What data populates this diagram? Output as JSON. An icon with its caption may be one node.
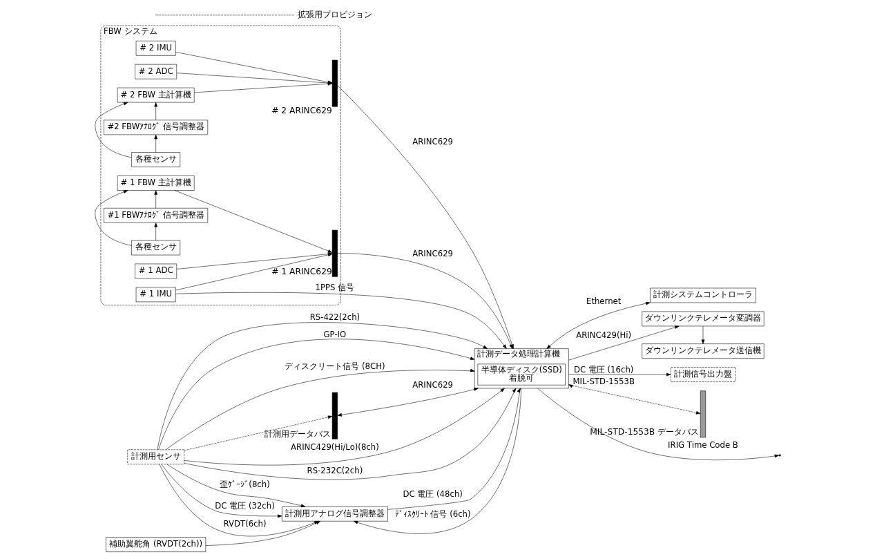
{
  "diagram": {
    "nodes": [
      {
        "text": [
          "FBW システム"
        ]
      },
      {
        "text": [
          "# 2 IMU"
        ],
        "in": 0
      },
      {
        "text": [
          "# 2 ADC"
        ],
        "in": 0
      },
      {
        "text": [
          "# 2 FBW 主計算機"
        ],
        "in": 0
      },
      {
        "text": [
          "#2 FBWｱﾅﾛｸﾞ 信号調整器"
        ],
        "in": 0
      },
      {
        "text": [
          "各種センサ"
        ],
        "in": 0
      },
      {
        "text": [],
        "shape": "bar",
        "beside": [
          "# 2 ARINC629"
        ],
        "in": 0
      },
      {
        "text": [
          "各種センサ"
        ],
        "in": 0
      },
      {
        "text": [
          "#1 FBWｱﾅﾛｸﾞ 信号調整器"
        ],
        "in": 0
      },
      {
        "text": [
          "# 1 FBW 主計算機"
        ],
        "in": 0
      },
      {
        "text": [
          "# 1 ADC"
        ],
        "in": 0
      },
      {
        "text": [
          "# 1 IMU"
        ],
        "in": 0
      },
      {
        "text": [],
        "shape": "bar",
        "beside": [
          "# 1 ARINC629"
        ],
        "in": 0
      },
      {
        "text": [
          "補助翼舵角 (RVDT(2ch))"
        ]
      },
      {
        "text": [
          "計測用センサ"
        ]
      },
      {
        "text": [
          "計測用アナログ信号調整器"
        ]
      },
      {
        "text": [],
        "shape": "bar",
        "beside": [
          "計測用データバス"
        ]
      },
      {
        "text": [
          "計測データ処理計算機"
        ]
      },
      {
        "text": [
          "半導体ディスク(SSD)",
          "着脱可"
        ],
        "in": 17
      },
      {
        "text": [
          "計測システムコントローラ"
        ]
      },
      {
        "text": [
          "ダウンリンクテレメータ変調器"
        ]
      },
      {
        "text": [
          "ダウンリンクテレメータ送信機"
        ]
      },
      {
        "text": [
          "計測信号出力盤"
        ]
      },
      {
        "text": [],
        "shape": "bar",
        "beside": [
          "MIL-STD-1553B データバス"
        ]
      }
    ],
    "edges": [
      {
        "from": 1,
        "to": 6,
        "arrow": "to"
      },
      {
        "from": 2,
        "to": 6,
        "arrow": "to"
      },
      {
        "from": 3,
        "to": 6,
        "arrow": "to"
      },
      {
        "from": 4,
        "to": 3,
        "arrow": "to"
      },
      {
        "from": 5,
        "to": 4,
        "arrow": "to"
      },
      {
        "from": 5,
        "to": 3,
        "arrow": "to"
      },
      {
        "from": 7,
        "to": 8,
        "arrow": "to"
      },
      {
        "from": 7,
        "to": 9,
        "arrow": "to"
      },
      {
        "from": 8,
        "to": 9,
        "arrow": "to"
      },
      {
        "from": 9,
        "to": 12,
        "arrow": "to"
      },
      {
        "from": 10,
        "to": 12,
        "arrow": "to"
      },
      {
        "from": 11,
        "to": 12,
        "arrow": "to"
      },
      {
        "from": 13,
        "to": 15,
        "arrow": "to"
      },
      {
        "from": 14,
        "to": 15,
        "arrow": "to",
        "label": "RVDT(6ch)"
      },
      {
        "from": 14,
        "to": 15,
        "arrow": "to",
        "label": "歪ｹﾞｰｼﾞ(8ch)"
      },
      {
        "from": 14,
        "to": 15,
        "arrow": "to",
        "label": "DC 電圧 (32ch)"
      },
      {
        "from": 15,
        "to": 17,
        "arrow": "to",
        "label": "DC 電圧 (48ch)"
      },
      {
        "from": 17,
        "to": 15,
        "arrow": "to",
        "label": "ﾃﾞｨｽｸﾘｰﾄ 信号 (6ch)"
      },
      {
        "from": 14,
        "to": 17,
        "arrow": "to",
        "label": "ARINC429(Hi/Lo)(8ch)"
      },
      {
        "from": 14,
        "to": 16,
        "arrow": "to",
        "style": "dashed"
      },
      {
        "from": 16,
        "to": 17,
        "arrow": "both",
        "label": "ARINC629"
      },
      {
        "from": 14,
        "to": 17,
        "arrow": "to",
        "label": "RS-232C(2ch)"
      },
      {
        "from": 14,
        "to": 17,
        "arrow": "to",
        "label": "RS-422(2ch)"
      },
      {
        "from": 14,
        "to": 17,
        "arrow": "to",
        "label": "GP-IO"
      },
      {
        "from": 14,
        "to": 17,
        "arrow": "to",
        "label": "ディスクリート信号 (8CH)"
      },
      {
        "from": 6,
        "to": 17,
        "arrow": "to",
        "label": "ARINC629"
      },
      {
        "from": 12,
        "to": 17,
        "arrow": "to",
        "label": "ARINC629"
      },
      {
        "from": 11,
        "to": 17,
        "arrow": "to",
        "label": "1PPS 信号"
      },
      {
        "from": 17,
        "to": 19,
        "arrow": "both",
        "label": "Ethernet"
      },
      {
        "from": 17,
        "to": 20,
        "arrow": "to",
        "label": "ARINC429(Hi)"
      },
      {
        "from": 20,
        "to": 21,
        "arrow": "to"
      },
      {
        "from": 17,
        "to": 22,
        "arrow": "to",
        "label": "DC 電圧 (16ch)"
      },
      {
        "from": 17,
        "to": null,
        "arrow": "to",
        "label": "IRIG Time Code B"
      },
      {
        "from": 17,
        "to": 23,
        "arrow": "both",
        "style": "dashed",
        "label": "MIL-STD-1553B"
      }
    ],
    "legend": [
      {
        "text": "拡張用プロビジョン"
      }
    ]
  }
}
